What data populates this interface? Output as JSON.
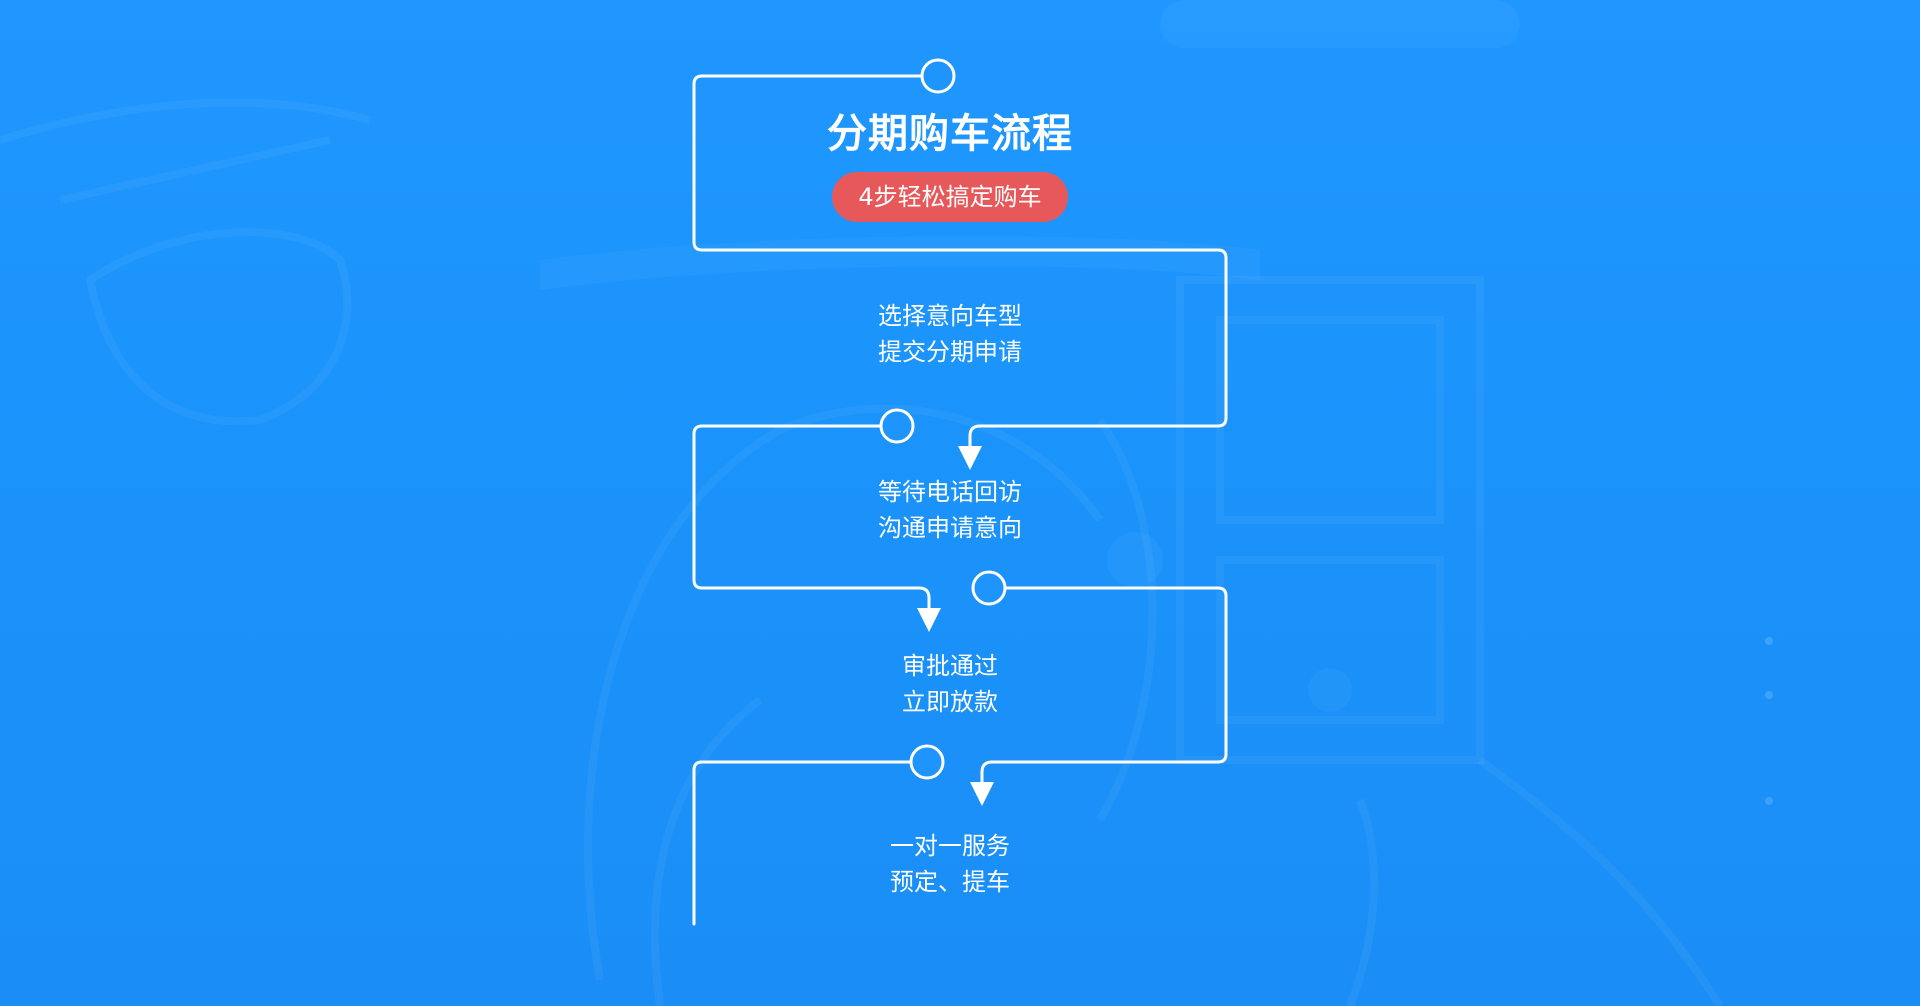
{
  "header": {
    "title": "分期购车流程",
    "badge": "4步轻松搞定购车"
  },
  "steps": [
    {
      "line1": "选择意向车型",
      "line2": "提交分期申请"
    },
    {
      "line1": "等待电话回访",
      "line2": "沟通申请意向"
    },
    {
      "line1": "审批通过",
      "line2": "立即放款"
    },
    {
      "line1": "一对一服务",
      "line2": "预定、提车"
    }
  ],
  "colors": {
    "background": "#1f97ff",
    "accent": "#e7585a",
    "line": "#ffffff"
  }
}
